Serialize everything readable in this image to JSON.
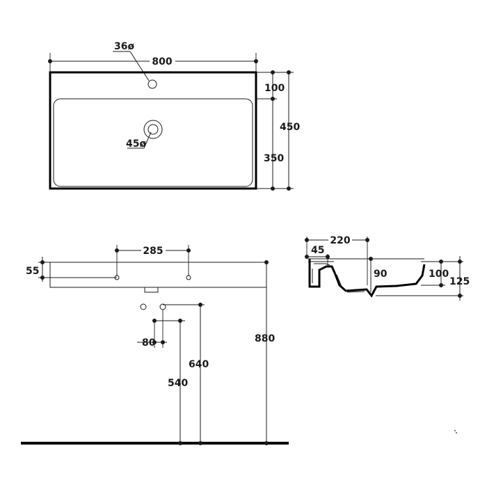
{
  "top_view": {
    "width": "800",
    "depth": "450",
    "back_ledge": "100",
    "basin_depth": "350",
    "tap_hole": "36ø",
    "drain": "45ø"
  },
  "front_view": {
    "bracket_spacing": "285",
    "bracket_height": "55",
    "waste_offset": "80",
    "outlet_height_upper": "640",
    "outlet_height_lower": "540",
    "rim_height": "880"
  },
  "side_view": {
    "projection": "220",
    "wall_offset": "45",
    "drain_depth": "90",
    "bowl_depth": "100",
    "total_height": "125"
  }
}
